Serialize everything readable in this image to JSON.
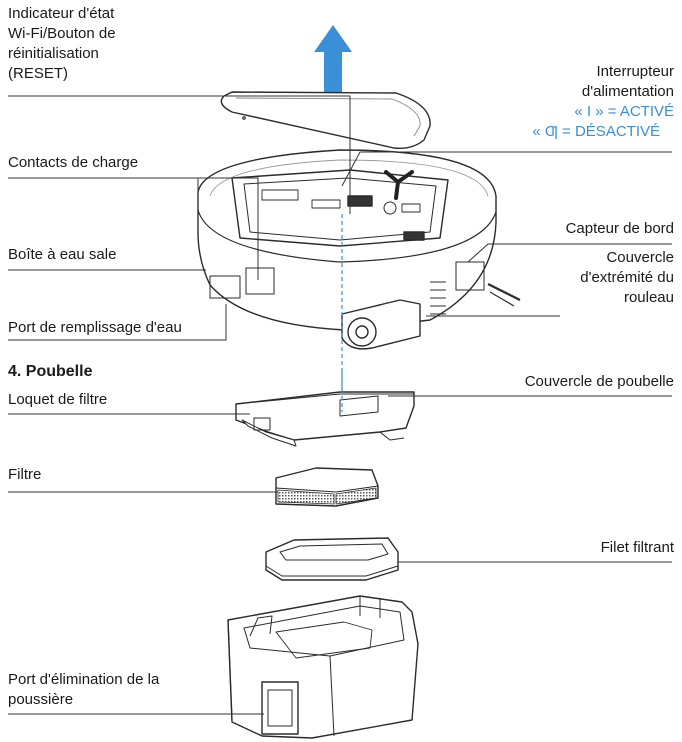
{
  "labels": {
    "wifi_reset": [
      "Indicateur d'état",
      "Wi-Fi/Bouton de",
      "réinitialisation",
      "(RESET)"
    ],
    "power_switch": [
      "Interrupteur",
      "d'alimentation"
    ],
    "power_on": "« I » = ACTIVÉ",
    "power_off": "« Ƣ = DÉSACTIVÉ",
    "charge_contacts": "Contacts de charge",
    "edge_sensor": "Capteur de bord",
    "dirty_water_box": "Boîte à eau sale",
    "roller_cover": [
      "Couvercle",
      "d'extrémité du",
      "rouleau"
    ],
    "water_fill_port": "Port de remplissage d'eau",
    "section_title": "4. Poubelle",
    "bin_cover": "Couvercle de poubelle",
    "filter_latch": "Loquet de filtre",
    "filter": "Filtre",
    "filter_net": "Filet filtrant",
    "dust_port": [
      "Port d'élimination de la",
      "poussière"
    ]
  },
  "colors": {
    "accent": "#3a8fd6",
    "line": "#333333",
    "outline": "#2b2b2b"
  }
}
